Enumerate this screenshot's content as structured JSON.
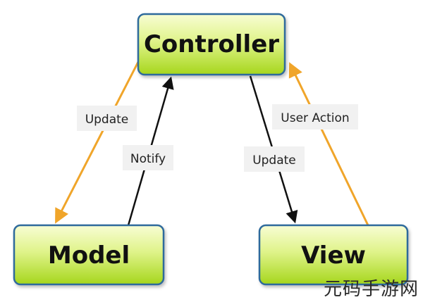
{
  "nodes": {
    "controller": "Controller",
    "model": "Model",
    "view": "View"
  },
  "edges": {
    "controller_to_model": "Update",
    "model_to_controller": "Notify",
    "controller_to_view": "Update",
    "view_to_controller": "User Action"
  },
  "colors": {
    "node_fill_top": "#f6fcc8",
    "node_fill_bottom": "#a9d81f",
    "node_border": "#2f6a9c",
    "orange_arrow": "#f0a52a",
    "black_arrow": "#111111",
    "label_bg": "#f1f1f1"
  },
  "watermark": "元码手游网"
}
